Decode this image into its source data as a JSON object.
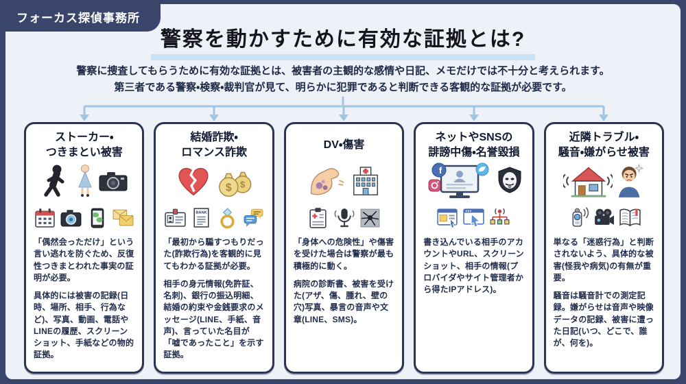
{
  "header": {
    "badge": "フォーカス探偵事務所",
    "title": "警察を動かすために有効な証拠とは?",
    "intro_line1": "警察に捜査してもらうために有効な証拠とは、被害者の主観的な感情や日記、メモだけでは不十分と考えられます。",
    "intro_line2": "第三者である警察・検察・裁判官が見て、明らかに犯罪であると判断できる客観的な証拠が必要です。"
  },
  "colors": {
    "frame_navy": "#39456a",
    "panel_bg": "#eef1f7",
    "card_border": "#2b3553",
    "title_underline": "#c9e3f5",
    "arrow_blue": "#9fc6e2",
    "accent_red": "#d65050",
    "body_text": "#232e4e"
  },
  "icon_text": {
    "bank": "BANK",
    "dollar": "$",
    "facebook": "f"
  },
  "cards": [
    {
      "title": [
        "ストーカー・",
        "つきまとい被害"
      ],
      "main_icons": [
        "stalker-icon",
        "victim-woman-icon",
        "camera-icon"
      ],
      "small_icons": [
        "calendar-icon",
        "camera-icon",
        "phone-chat-icon",
        "mail-icon"
      ],
      "body": [
        "「偶然会っただけ」という言い逃れを防ぐため、反復性つきまとわれた事実の証明が必要。",
        "具体的には被害の記録(日時、場所、相手、行為など)、写真、動画、電話やLINEの履歴、スクリーンショット、手紙などの物的証拠。"
      ]
    },
    {
      "title": [
        "結婚詐欺・",
        "ロマンス詐欺"
      ],
      "main_icons": [
        "broken-heart-icon",
        "money-bags-icon"
      ],
      "small_icons": [
        "id-card-icon",
        "bank-document-icon",
        "ring-icon",
        "chat-bubbles-icon"
      ],
      "body": [
        "「最初から騙すつもりだった(詐欺行為)を客観的に見てもわかる証拠が必要。",
        "相手の身元情報(免許証、名刺)、銀行の振込明細、結婚の約束や金銭要求のメッセージ(LINE、手紙、音声)、言っていた名目が「嘘であったこと」を示す証拠。"
      ]
    },
    {
      "title": [
        "DV・傷害"
      ],
      "main_icons": [
        "bruised-arm-icon",
        "hospital-icon"
      ],
      "small_icons": [
        "medical-report-icon",
        "microphone-icon",
        "cracked-wall-icon"
      ],
      "body": [
        "「身体への危険性」や傷害を受けた場合は警察が最も積極的に動く。",
        "病院の診断書、被害を受けた(アザ、傷、腫れ、壁の穴)写真、暴言の音声や文章(LINE、SMS)。"
      ]
    },
    {
      "title": [
        "ネットやSNSの",
        "誹謗中傷・名誉毀損"
      ],
      "main_icons": [
        "sns-monitor-icon",
        "anonymous-mask-icon"
      ],
      "small_icons": [
        "browser-screenshot-icon",
        "browser-cursor-icon",
        "ip-network-icon"
      ],
      "body": [
        "書き込んでいる相手のアカウントやURL、スクリーンショット、相手の情報(プロバイダやサイト管理者から得たIPアドレス)。"
      ]
    },
    {
      "title": [
        "近隣トラブル・",
        "騒音・嫌がらせ被害"
      ],
      "main_icons": [
        "noisy-house-icon",
        "angry-man-icon"
      ],
      "small_icons": [
        "sound-meter-icon",
        "video-camera-icon",
        "diary-icon"
      ],
      "body": [
        "単なる「迷惑行為」と判断されないよう、具体的な被害(怪我や病気)の有無が重要。",
        "騒音は騒音計での測定記録。嫌がらせは音声や映像データの記録、被害に遭った日記(いつ、どこで、誰が、何を)。"
      ]
    }
  ]
}
